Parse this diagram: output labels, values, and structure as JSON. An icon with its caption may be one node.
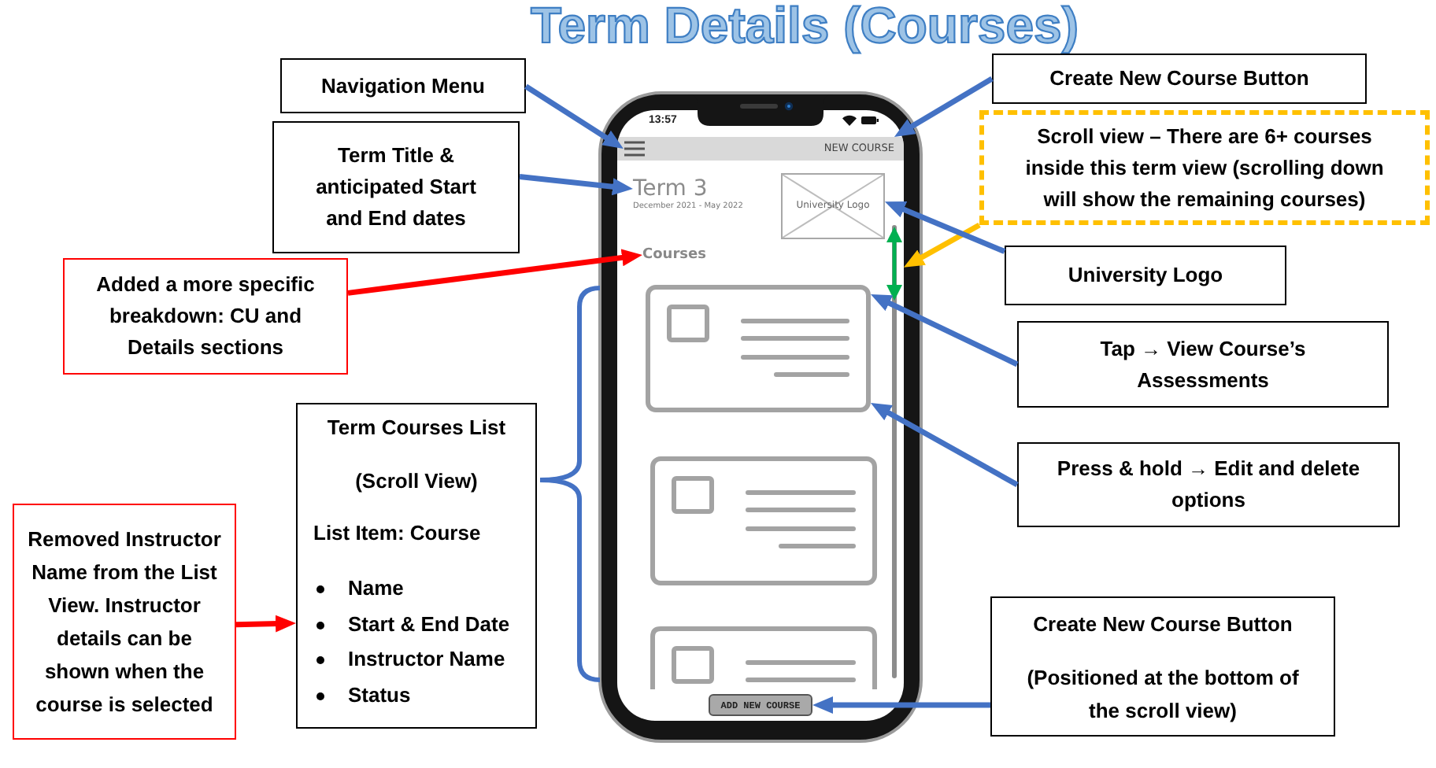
{
  "diagram": {
    "title": "Term Details (Courses)",
    "nodes": [
      {
        "text": [
          "Navigation Menu"
        ]
      },
      {
        "text": [
          "Create New Course Button"
        ]
      },
      {
        "text": [
          "Term Title & anticipated Start and End dates"
        ]
      },
      {
        "text": [
          "Scroll view – There are 6+ courses inside this term view (scrolling down will show the remaining courses)"
        ]
      },
      {
        "text": [
          "Added a more specific breakdown: CU and Details sections"
        ]
      },
      {
        "text": [
          "University Logo"
        ]
      },
      {
        "text": [
          "Tap → View Course’s Assessments"
        ]
      },
      {
        "text": [
          "Term Courses List",
          "(Scroll View)",
          "List Item: Course",
          "Name",
          "Start & End Date",
          "Instructor Name",
          "Status"
        ]
      },
      {
        "text": [
          "Press & hold → Edit and delete options"
        ]
      },
      {
        "text": [
          "Removed Instructor Name from the List View. Instructor details can be shown when the course is selected"
        ]
      },
      {
        "text": [
          "Create New Course Button",
          "(Positioned at the bottom of the scroll view)"
        ]
      },
      {
        "text": [],
        "shape": "picture"
      },
      {
        "text": [
          "NEW COURSE"
        ],
        "in": 11
      },
      {
        "text": [],
        "shape": "icon",
        "in": 12
      },
      {
        "text": [
          "Term 3",
          "December 2021 - May 2022"
        ],
        "in": 11
      },
      {
        "text": [
          "University Logo"
        ],
        "in": 11
      },
      {
        "text": [
          "Courses"
        ],
        "in": 11
      },
      {
        "text": [],
        "shape": "bar",
        "in": 11
      },
      {
        "text": [],
        "shape": "box",
        "in": 11
      },
      {
        "text": [],
        "shape": "box",
        "in": 11
      },
      {
        "text": [],
        "shape": "box",
        "in": 11
      },
      {
        "text": [
          "ADD NEW COURSE"
        ],
        "in": 11
      }
    ],
    "edges": [
      {
        "from": 0,
        "to": 13,
        "arrow": "to"
      },
      {
        "from": 1,
        "to": 12,
        "arrow": "to"
      },
      {
        "from": 2,
        "to": 14,
        "arrow": "to"
      },
      {
        "from": 3,
        "to": 17,
        "arrow": "to",
        "color": "#ffc000"
      },
      {
        "from": 4,
        "to": 16,
        "arrow": "to",
        "color": "#ff0000"
      },
      {
        "from": 5,
        "to": 15,
        "arrow": "to"
      },
      {
        "from": 6,
        "to": 18,
        "arrow": "to"
      },
      {
        "from": 8,
        "to": 18,
        "arrow": "to"
      },
      {
        "from": 10,
        "to": 21,
        "arrow": "to"
      },
      {
        "from": 9,
        "to": 7,
        "arrow": "to",
        "color": "#ff0000"
      }
    ],
    "labels": [
      "13:57"
    ]
  }
}
